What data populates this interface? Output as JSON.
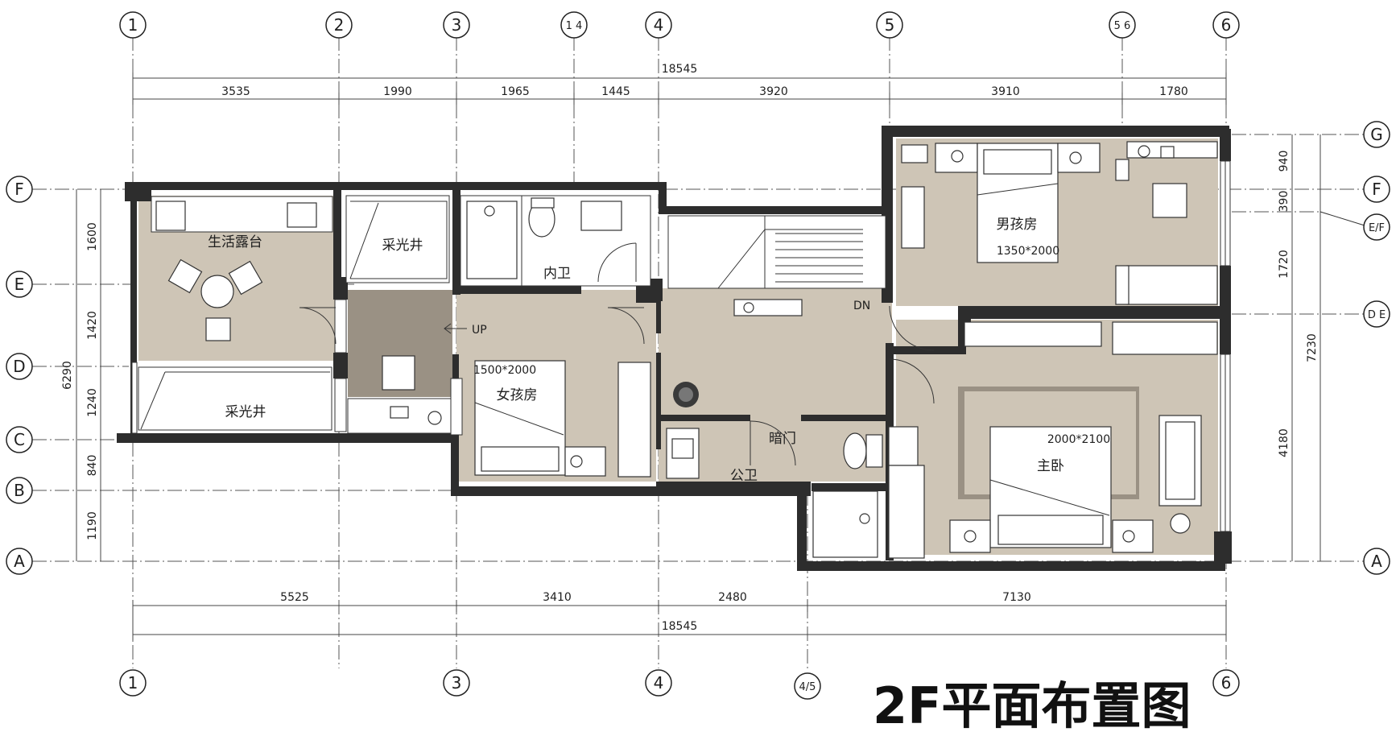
{
  "title": "2F平面布置图",
  "grid": {
    "top": [
      "1",
      "2",
      "3",
      "1 4",
      "4",
      "5",
      "5 6",
      "6"
    ],
    "bottom": [
      "1",
      "3",
      "4",
      "4/5",
      "6"
    ],
    "left": [
      "F",
      "E",
      "D",
      "C",
      "B",
      "A"
    ],
    "right": [
      "G",
      "F",
      "E/F",
      "D E",
      "A"
    ]
  },
  "dimensions": {
    "top_total": "18545",
    "top_segments": [
      "3535",
      "1990",
      "1965",
      "1445",
      "3920",
      "3910",
      "1780"
    ],
    "bottom_segments": [
      "5525",
      "3410",
      "2480",
      "7130"
    ],
    "bottom_total": "18545",
    "left_total": "6290",
    "left_segments": [
      "1600",
      "1420",
      "1240",
      "840",
      "1190"
    ],
    "right_segments": [
      "940",
      "390",
      "1720",
      "4180"
    ],
    "right_total": "7230"
  },
  "rooms": {
    "terrace": "生活露台",
    "lightwell_top": "采光井",
    "lightwell_bottom": "采光井",
    "inner_bath": "内卫",
    "girl_room": "女孩房",
    "boy_room": "男孩房",
    "master": "主卧",
    "public_bath": "公卫",
    "hidden_door": "暗门"
  },
  "bed_sizes": {
    "girl": "1500*2000",
    "boy": "1350*2000",
    "master": "2000*2100"
  },
  "stair_labels": {
    "up": "UP",
    "dn": "DN"
  }
}
